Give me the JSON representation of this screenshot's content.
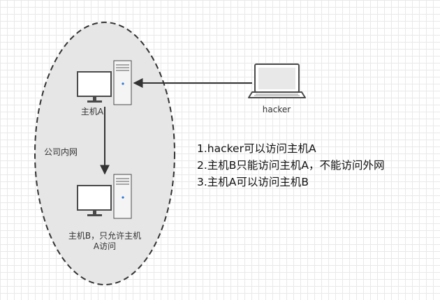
{
  "labels": {
    "host_a": "主机A",
    "host_b_line1": "主机B，只允许主机",
    "host_b_line2": "A访问",
    "hacker": "hacker",
    "intranet": "公司内网"
  },
  "notes": [
    "1.hacker可以访问主机A",
    "2.主机B只能访问主机A，不能访问外网",
    "3.主机A可以访问主机B"
  ],
  "icons": {
    "host_a": "desktop-computer-icon",
    "host_b": "desktop-computer-icon",
    "hacker": "laptop-icon"
  },
  "colors": {
    "zone_fill": "#e6e6e6",
    "zone_stroke": "#333333",
    "edge": "#333333",
    "device_stroke": "#4a4a4a",
    "laptop_screen": "#e8e8e8"
  }
}
